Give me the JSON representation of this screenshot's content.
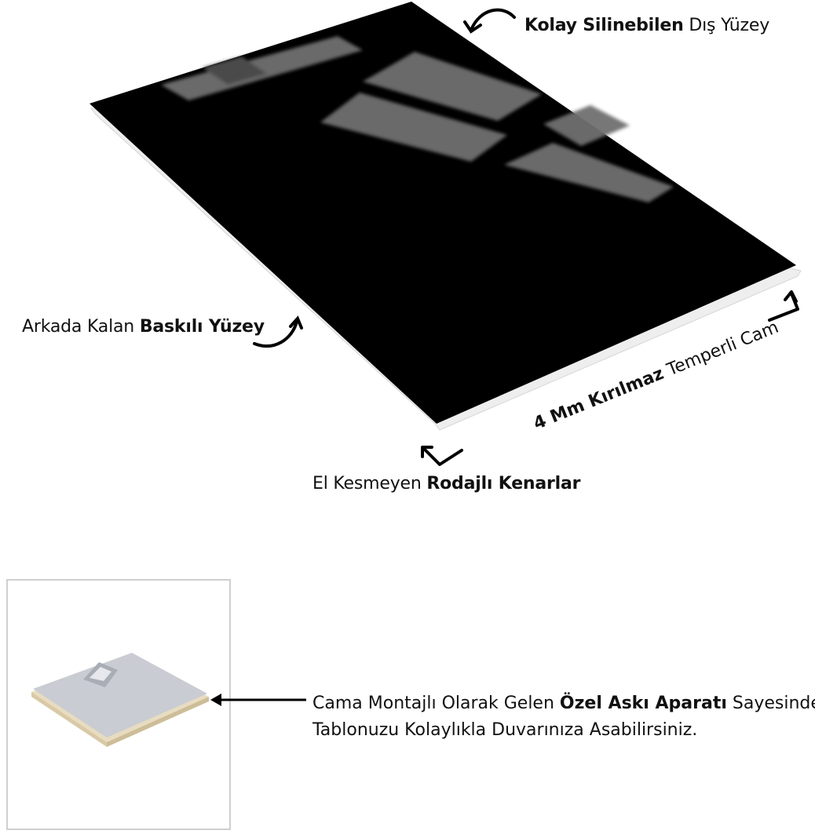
{
  "labels": {
    "top_bold": "Kolay Silinebilen",
    "top_rest": "Dış Yüzey",
    "left_prefix": "Arkada Kalan",
    "left_bold": "Baskılı Yüzey",
    "thickness_bold": "4 Mm Kırılmaz",
    "thickness_rest": "Temperli Cam",
    "bottom_prefix": "El Kesmeyen",
    "bottom_bold": "Rodajlı Kenarlar",
    "hanger_prefix": "Cama Montajlı Olarak Gelen",
    "hanger_bold": "Özel Askı Aparatı",
    "hanger_suffix": "Sayesinde",
    "hanger_line2": "Tablonuzu Kolaylıkla Duvarınıza Asabilirsiniz."
  },
  "colors": {
    "panel": "#000000",
    "reflection": "#6f6f6f",
    "edge": "#e9e9e9",
    "arrow": "#000000",
    "hanger_plate": "#c9ccd2",
    "hanger_foam": "#e8dcc0"
  },
  "icons": [
    "curved-arrow-icon",
    "corner-arrow-icon",
    "left-arrow-icon"
  ]
}
